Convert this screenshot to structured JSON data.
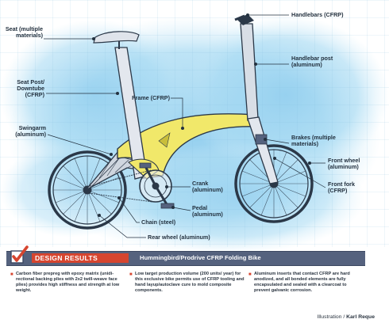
{
  "labels": {
    "seat": "Seat (multiple\nmaterials)",
    "seat_post": "Seat Post/\nDowntube\n(CFRP)",
    "swingarm": "Swingarm\n(aluminum)",
    "frame": "Frame (CFRP)",
    "handlebars": "Handlebars (CFRP)",
    "handlebar_post": "Handlebar post\n(aluminum)",
    "brakes": "Brakes (multiple\nmaterials)",
    "front_wheel": "Front wheel\n(aluminum)",
    "front_fork": "Front fork\n(CFRP)",
    "crank": "Crank\n(aluminum)",
    "pedal": "Pedal\n(aluminum)",
    "chain": "Chain (steel)",
    "rear_wheel": "Rear wheel (aluminum)"
  },
  "results": {
    "title": "DESIGN RESULTS",
    "bike_name": "Hummingbird/Prodrive CFRP Folding Bike"
  },
  "notes": [
    "Carbon fiber prepreg with epoxy matrix (unidi-rectional backing plies with 2x2 twill-weave face plies) provides high stiffness and strength at low weight.",
    "Low target production volume (200 units/ year) for this exclusive bike permits use of CFRP tooling and hand layup/autoclave cure to mold composite components.",
    "Aluminum inserts that contact CFRP are hard anodized, and all bonded elements are fully encapsulated and sealed with a clearcoat to prevent galvanic corrosion."
  ],
  "credit": {
    "prefix": "Illustration /",
    "name": "Karl Reque"
  },
  "colors": {
    "frame_yellow": "#f1e86a",
    "watercolor_blue": "#9ed3ef",
    "accent_red": "#d6452f",
    "bar_navy": "#55627e",
    "ink": "#23313f"
  }
}
